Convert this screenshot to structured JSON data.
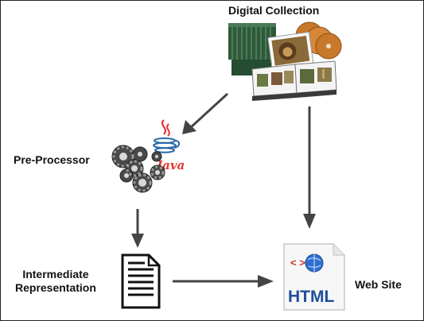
{
  "diagram": {
    "nodes": {
      "digital_collection": "Digital Collection",
      "pre_processor": "Pre-Processor",
      "intermediate_line1": "Intermediate",
      "intermediate_line2": "Representation",
      "web_site": "Web Site"
    },
    "icons": {
      "collection": "book-collection-icon",
      "java": "java-logo-icon",
      "gears": "gears-icon",
      "document": "document-icon",
      "html": "html-file-icon"
    },
    "icon_text": {
      "java": "Java",
      "html": "HTML",
      "tags": "< >"
    },
    "edges": [
      {
        "from": "digital_collection",
        "to": "pre_processor"
      },
      {
        "from": "digital_collection",
        "to": "web_site"
      },
      {
        "from": "pre_processor",
        "to": "intermediate_representation"
      },
      {
        "from": "intermediate_representation",
        "to": "web_site"
      }
    ],
    "colors": {
      "arrow": "#444444",
      "book_green": "#2f5a3a",
      "disc_orange": "#c8782a",
      "java_red": "#e3342f",
      "java_blue": "#2b6aa8",
      "html_blue": "#1f4e9c"
    }
  }
}
